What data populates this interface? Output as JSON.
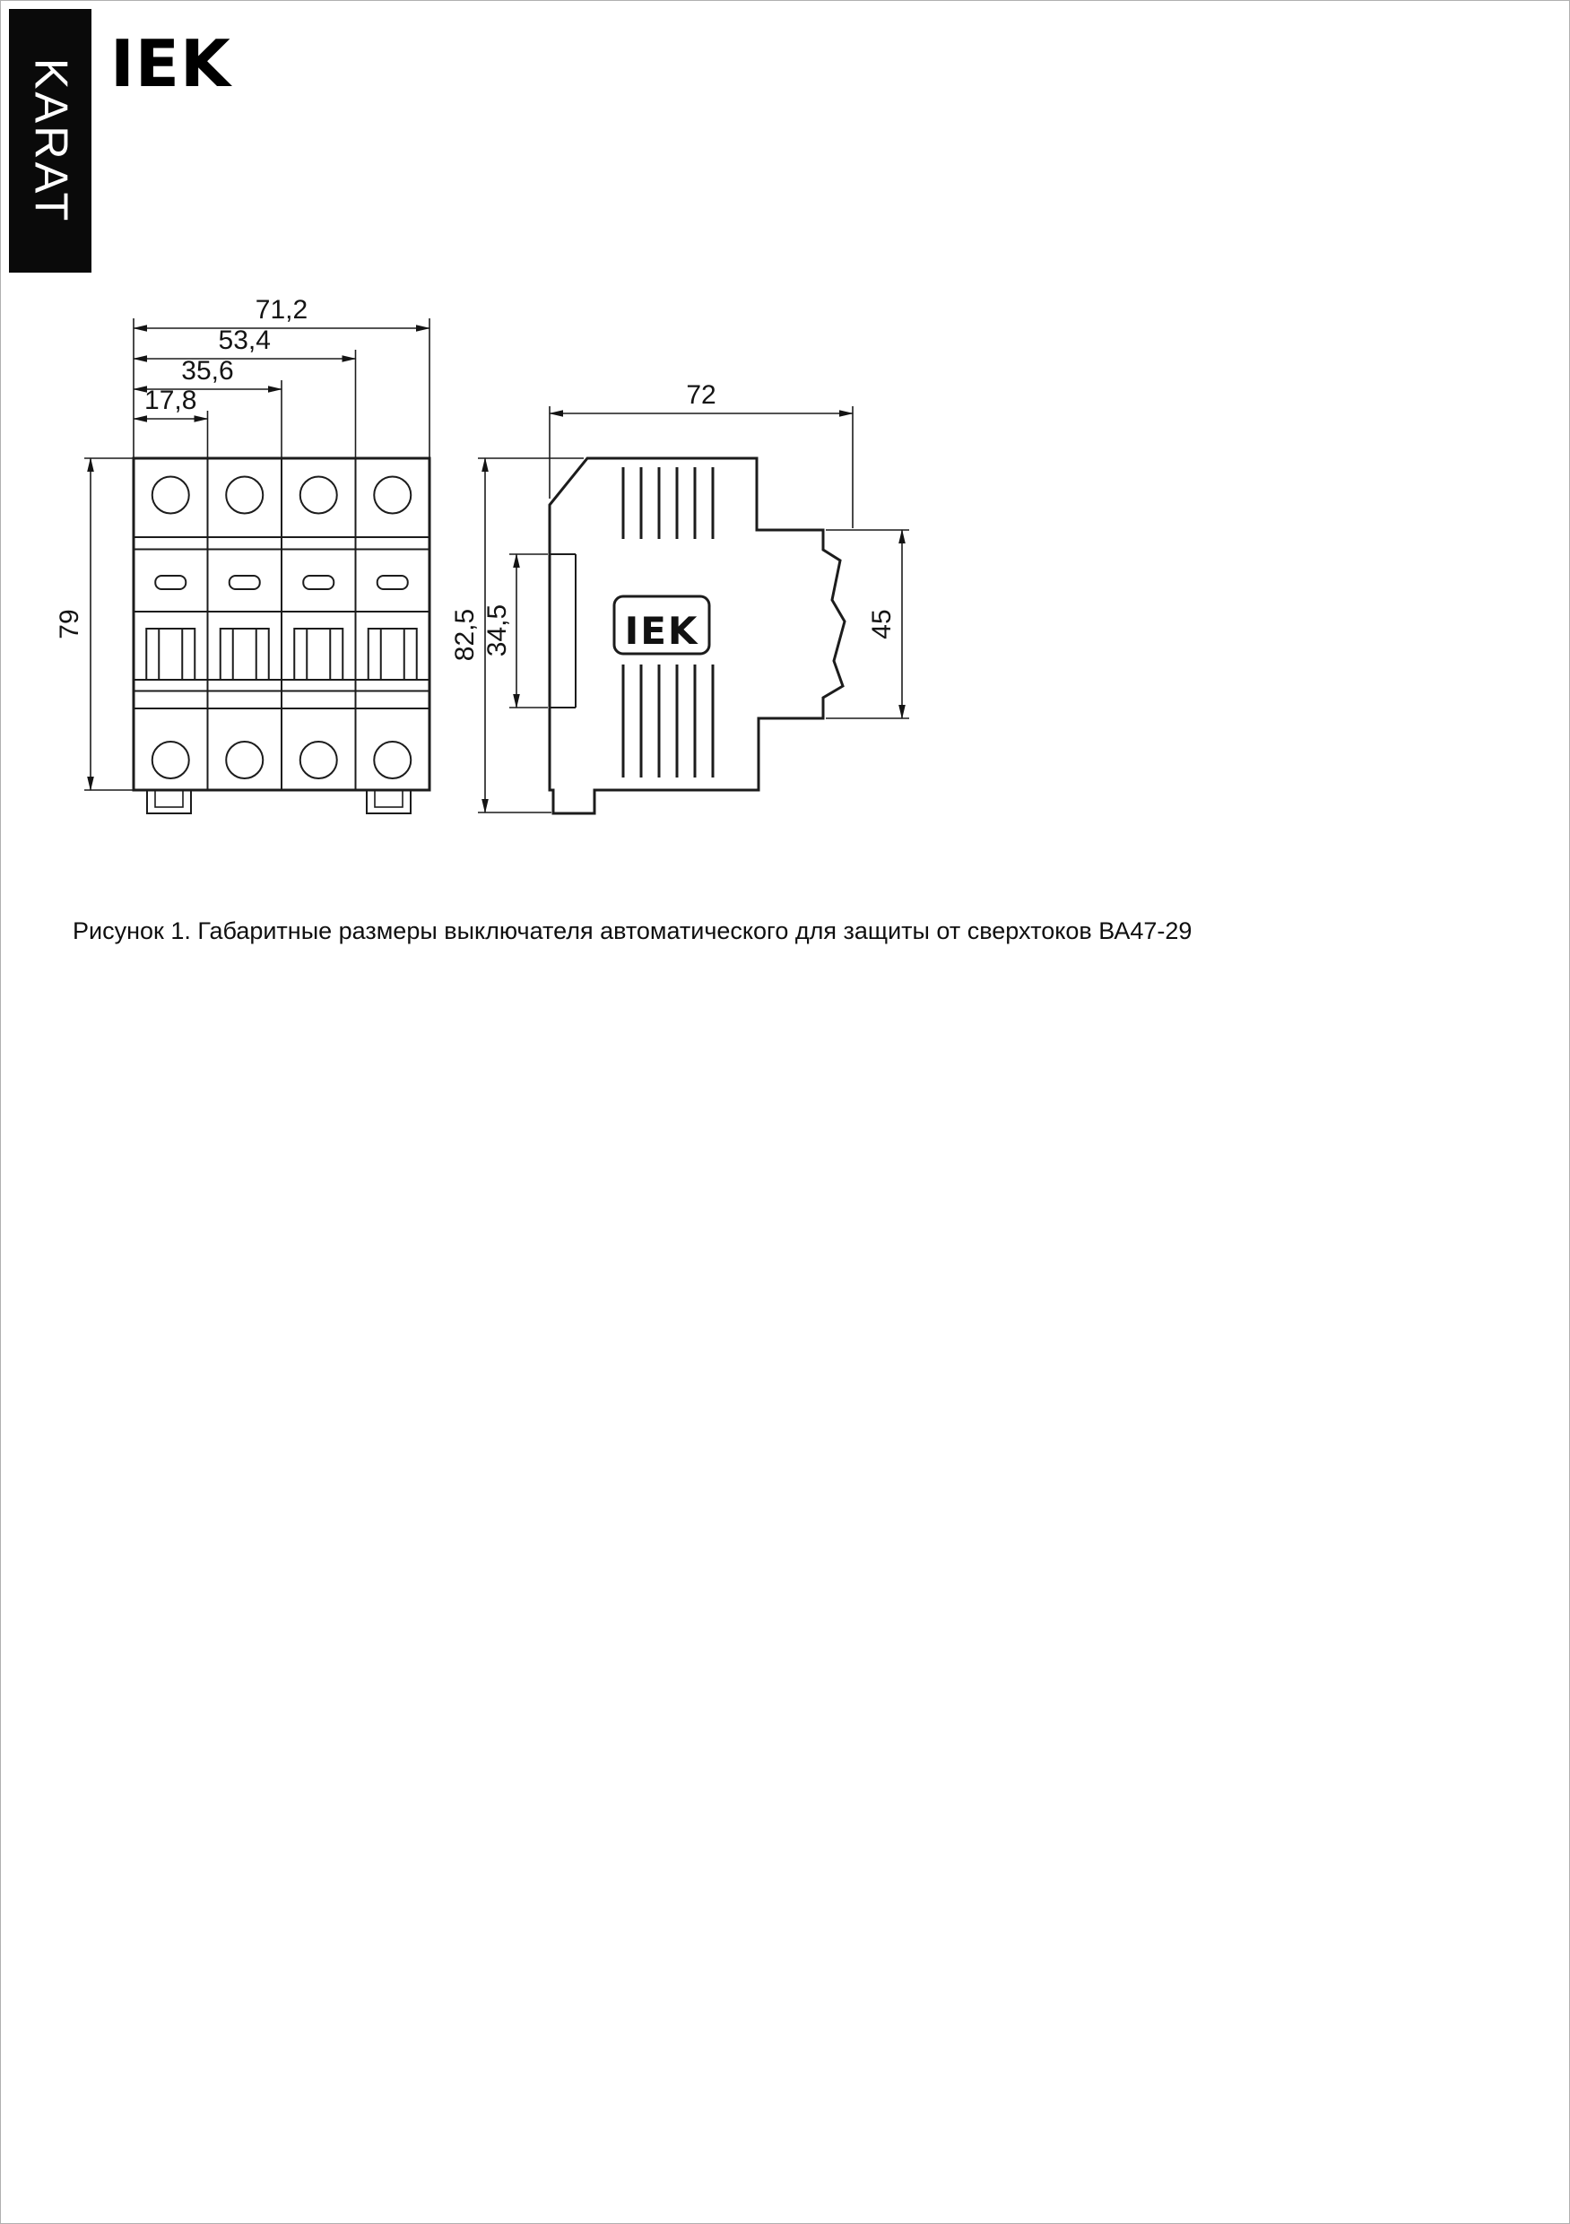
{
  "banner": {
    "series": "KARAT"
  },
  "brand": {
    "logo": "IEK"
  },
  "drawing": {
    "front_view": {
      "dims": {
        "total_width": "71,2",
        "three_modules": "53,4",
        "two_modules": "35,6",
        "one_module": "17,8",
        "height": "79"
      }
    },
    "side_view": {
      "logo": "IEK",
      "dims": {
        "depth": "72",
        "height": "82,5",
        "din_slot": "34,5",
        "front_height": "45"
      }
    }
  },
  "caption": "Рисунок 1. Габаритные размеры выключателя автоматического для защиты от сверхтоков ВА47-29"
}
